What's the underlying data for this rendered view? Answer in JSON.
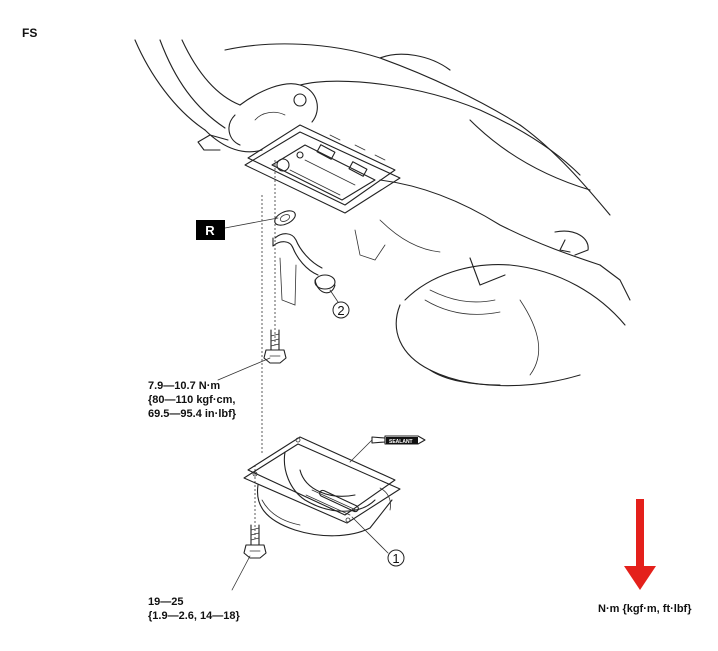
{
  "header": {
    "code": "FS"
  },
  "labels": {
    "replace_badge": "R",
    "sealant_tube": "SEALANT",
    "callout_1": "1",
    "callout_2": "2"
  },
  "torque_specs": {
    "strainer_bolt": "7.9—10.7 N·m\n{80—110 kgf·cm,\n69.5—95.4 in·lbf}",
    "oil_pan_bolt": "19—25\n{1.9—2.6, 14—18}"
  },
  "legend": {
    "units": "N·m {kgf·m, ft·lbf}"
  },
  "colors": {
    "arrow": "#e4201b",
    "ink": "#222222"
  }
}
